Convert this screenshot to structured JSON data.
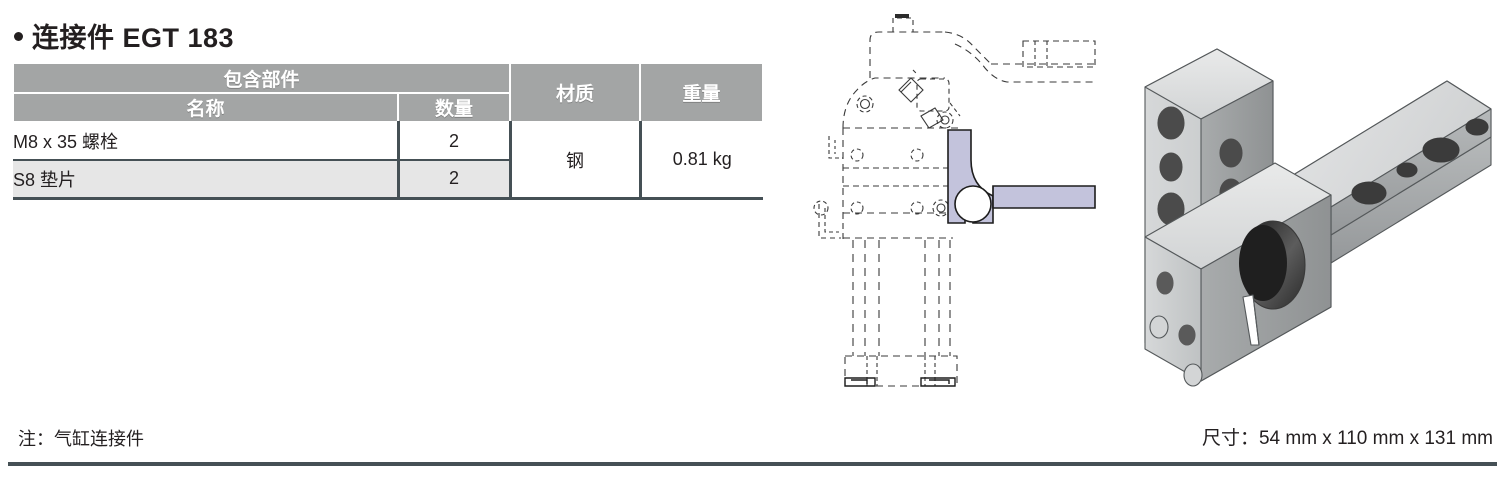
{
  "title": {
    "bullet": "bullet-dot",
    "text": "连接件 EGT 183"
  },
  "table": {
    "group_header": "包含部件",
    "headers": {
      "name": "名称",
      "quantity": "数量",
      "material": "材质",
      "weight": "重量"
    },
    "rows": [
      {
        "name": "M8 x 35 螺栓",
        "quantity": "2"
      },
      {
        "name": "S8 垫片",
        "quantity": "2"
      }
    ],
    "material_value": "钢",
    "weight_value": "0.81 kg"
  },
  "note": {
    "text": "注：气缸连接件"
  },
  "dimensions": {
    "text": "尺寸：54 mm x 110 mm x 131 mm"
  },
  "figures": {
    "schematic": {
      "name": "assembly-schematic-drawing",
      "highlight_color": "#c3c3dc",
      "outline_color": "#3a3a3a",
      "style": "dashed-context-outline-with-solid-highlighted-part"
    },
    "render": {
      "name": "isometric-3d-bracket-render",
      "body_color": "#c9cbcc",
      "shadow_color": "#8a8d8e",
      "style": "isometric-shaded-steel-bracket"
    }
  },
  "colors": {
    "header_gray": "#a3a5a5",
    "row_alt": "#e6e6e6",
    "border_dark": "#455055",
    "text": "#231f20"
  }
}
